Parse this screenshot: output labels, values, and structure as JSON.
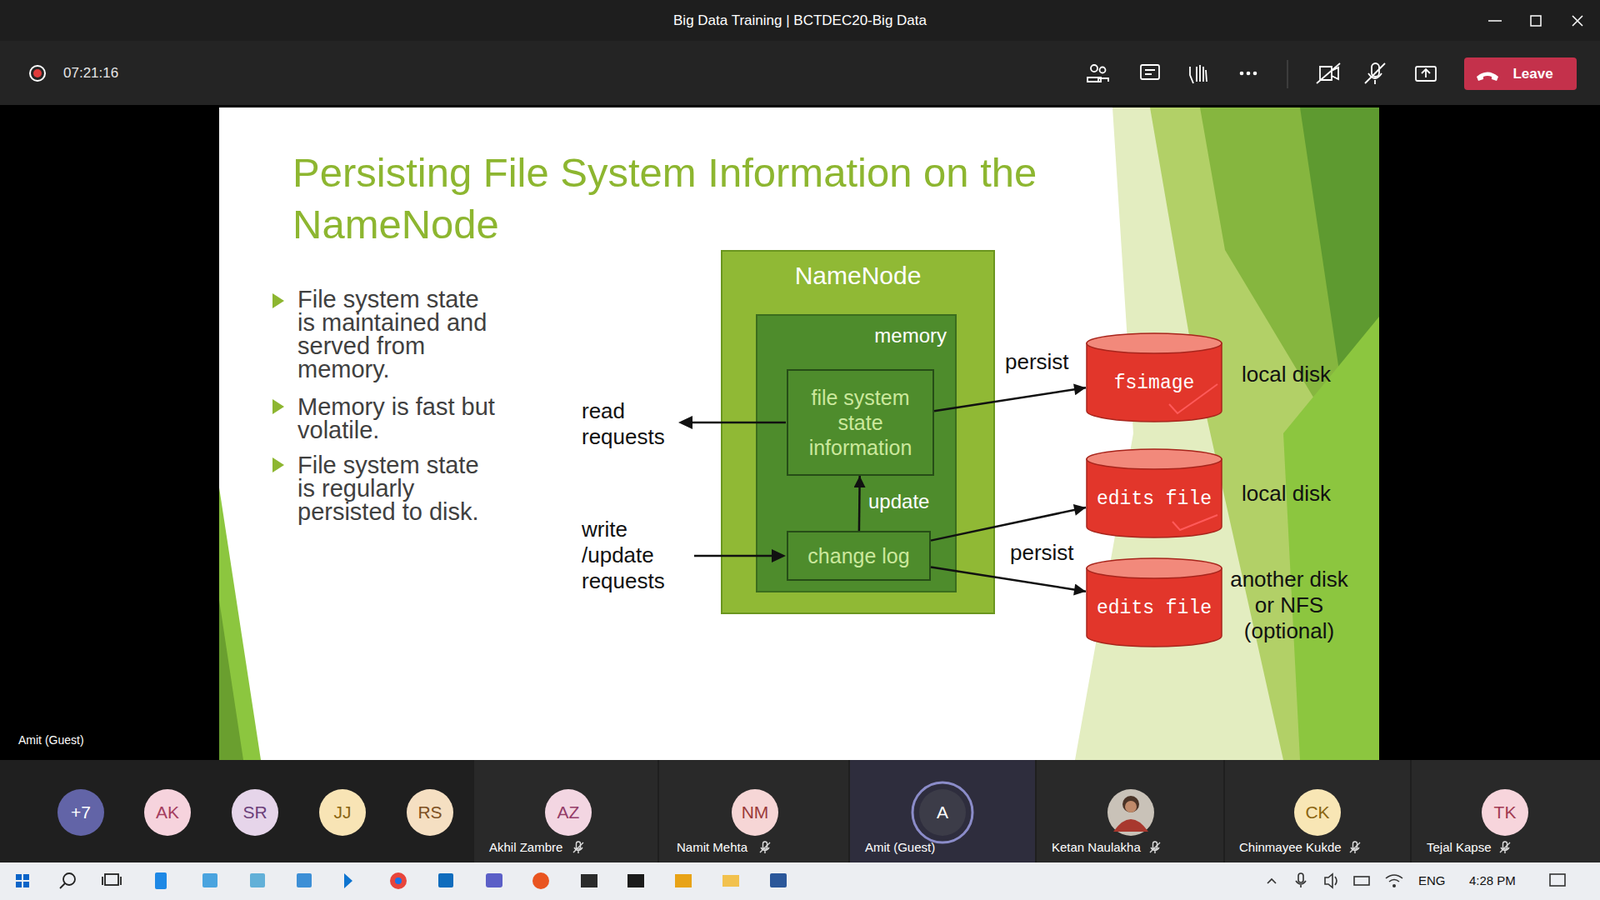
{
  "diagram": {
    "title": "Persisting File System Information on the NameNode",
    "nodes": [
      {
        "text": [
          "Leave"
        ]
      },
      {
        "text": [
          "NameNode"
        ]
      },
      {
        "text": [
          "memory"
        ],
        "in": 1
      },
      {
        "text": [
          "file system state information"
        ],
        "in": 2
      },
      {
        "text": [
          "change log"
        ],
        "in": 2
      },
      {
        "text": [
          "fsimage"
        ]
      },
      {
        "text": [
          "edits file"
        ]
      },
      {
        "text": [
          "edits file"
        ]
      },
      {
        "text": [
          "+7"
        ]
      },
      {
        "text": [
          "AK"
        ]
      },
      {
        "text": [
          "SR"
        ]
      },
      {
        "text": [
          "JJ"
        ]
      },
      {
        "text": [
          "RS"
        ]
      },
      {
        "text": [
          "AZ"
        ]
      },
      {
        "text": [
          "NM"
        ]
      },
      {
        "text": [
          "A"
        ]
      },
      {
        "text": [
          "CK"
        ]
      },
      {
        "text": [
          "TK"
        ]
      }
    ],
    "edges": [
      {
        "from": 4,
        "to": 3,
        "label": "update",
        "arrow": "to"
      },
      {
        "from": 3,
        "to": 5,
        "label": "persist",
        "arrow": "to"
      },
      {
        "from": 4,
        "to": 6,
        "arrow": "to"
      },
      {
        "from": 4,
        "to": 7,
        "label": "persist",
        "arrow": "to"
      }
    ],
    "labels": [
      "Big Data Training | BCTDEC20-Big Data",
      "07:21:16",
      "File system state is maintained and served from memory.",
      "Memory is fast but volatile.",
      "File system state is regularly persisted to disk.",
      "read requests",
      "write /update requests",
      "local disk",
      "local disk",
      "another disk or NFS (optional)",
      "Amit (Guest)",
      "Akhil Zambre",
      "Namit Mehta",
      "Amit (Guest)",
      "Ketan Naulakha",
      "Chinmayee Kukde",
      "Tejal Kapse",
      "ENG",
      "4:28 PM"
    ]
  }
}
